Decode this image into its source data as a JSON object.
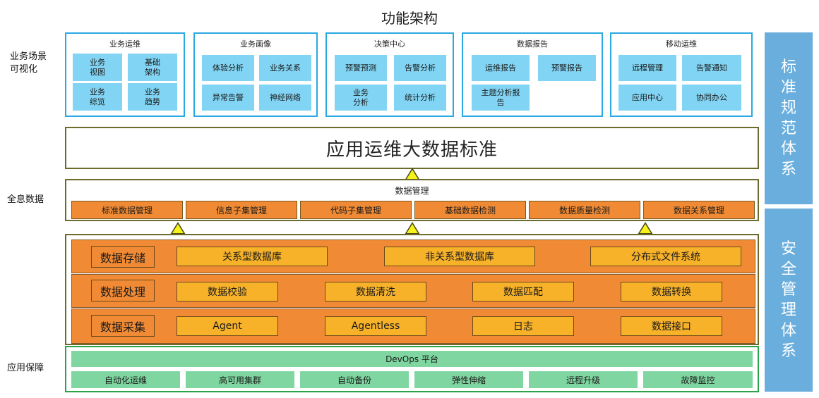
{
  "title": "功能架构",
  "side_labels": {
    "scenario": "业务场景\n可视化",
    "holo": "全息数据",
    "guarantee": "应用保障"
  },
  "panels": [
    {
      "title": "业务运维",
      "tiles": [
        "业务\n视图",
        "基础\n架构",
        "业务\n综览",
        "业务\n趋势"
      ]
    },
    {
      "title": "业务画像",
      "tiles": [
        "体验分析",
        "业务关系",
        "异常告警",
        "神经网络"
      ]
    },
    {
      "title": "决策中心",
      "tiles": [
        "预警预测",
        "告警分析",
        "业务\n分析",
        "统计分析"
      ]
    },
    {
      "title": "数据报告",
      "tiles": [
        "运维报告",
        "预警报告",
        "主题分析报\n告"
      ]
    },
    {
      "title": "移动运维",
      "tiles": [
        "远程管理",
        "告警通知",
        "应用中心",
        "协同办公"
      ]
    }
  ],
  "standard_banner": "应用运维大数据标准",
  "data_mgmt": {
    "title": "数据管理",
    "items": [
      "标准数据管理",
      "信息子集管理",
      "代码子集管理",
      "基础数据检测",
      "数据质量检测",
      "数据关系管理"
    ]
  },
  "layers": [
    {
      "label": "数据存储",
      "items": [
        "关系型数据库",
        "非关系型数据库",
        "分布式文件系统"
      ]
    },
    {
      "label": "数据处理",
      "items": [
        "数据校验",
        "数据清洗",
        "数据匹配",
        "数据转换"
      ]
    },
    {
      "label": "数据采集",
      "items": [
        "Agent",
        "Agentless",
        "日志",
        "数据接口"
      ]
    }
  ],
  "devops": {
    "platform": "DevOps 平台",
    "items": [
      "自动化运维",
      "高可用集群",
      "自动备份",
      "弹性伸缩",
      "远程升级",
      "故障监控"
    ]
  },
  "right_bars": {
    "top": "标准规范体系",
    "bottom": "安全管理体系"
  },
  "colors": {
    "panel_border": "#29a9e1",
    "tile_blue": "#81d4f3",
    "orange": "#f08a34",
    "amber": "#f7b22a",
    "green_tile": "#7fd6a0",
    "green_border": "#2aa34a",
    "right_bar": "#6aaedd",
    "olive_border": "#6b6b2b",
    "triangle": "#f7f31a"
  }
}
